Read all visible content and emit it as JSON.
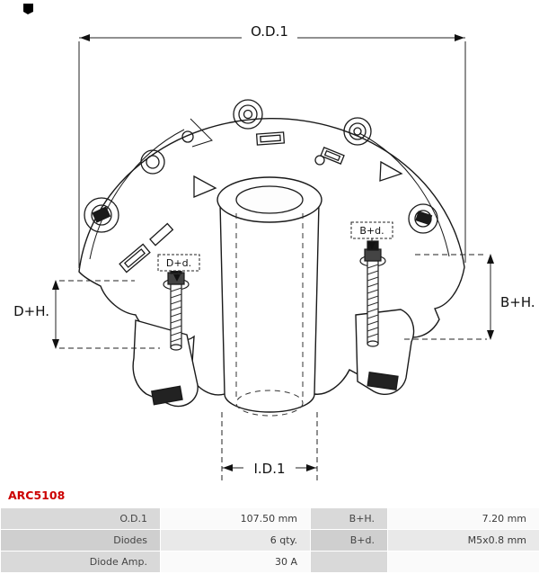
{
  "part_number": "ARC5108",
  "colors": {
    "accent": "#cc0000",
    "line": "#1a1a1a"
  },
  "drawing": {
    "labels": {
      "outer_diameter": "O.D.1",
      "inner_diameter": "I.D.1",
      "d_plus_h": "D+H.",
      "b_plus_h": "B+H.",
      "d_plus_d": "D+d.",
      "b_plus_d": "B+d."
    }
  },
  "spec_table": {
    "rows": [
      {
        "label_left": "O.D.1",
        "value_left": "107.50 mm",
        "label_right": "B+H.",
        "value_right": "7.20 mm"
      },
      {
        "label_left": "Diodes",
        "value_left": "6 qty.",
        "label_right": "B+d.",
        "value_right": "M5x0.8 mm"
      },
      {
        "label_left": "Diode Amp.",
        "value_left": "30 A",
        "label_right": "",
        "value_right": ""
      }
    ]
  }
}
